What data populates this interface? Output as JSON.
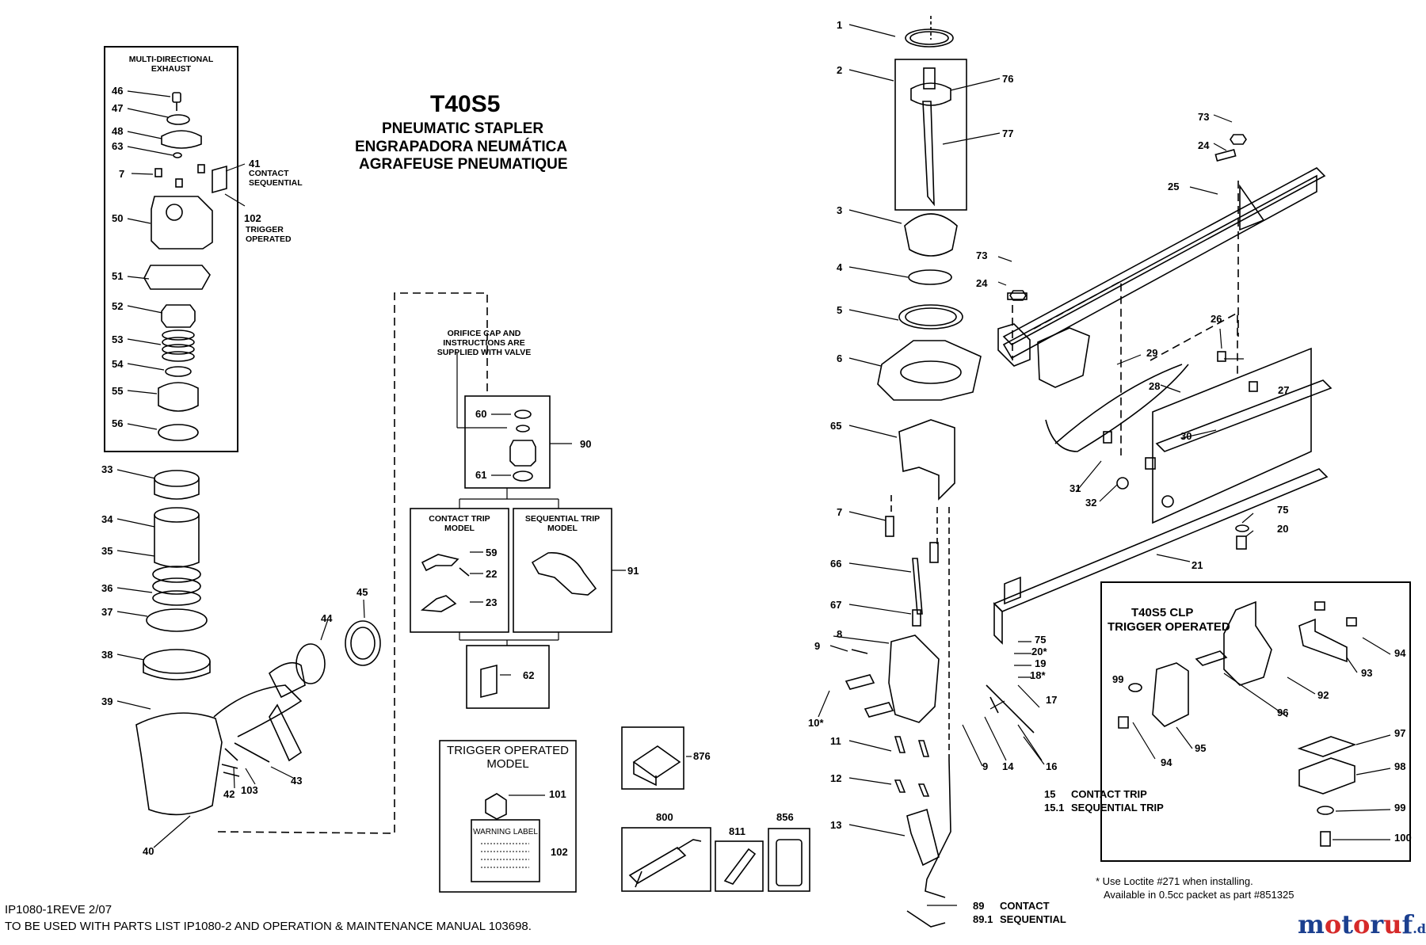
{
  "title": {
    "model": "T40S5",
    "line1": "PNEUMATIC STAPLER",
    "line2": "ENGRAPADORA NEUMÁTICA",
    "line3": "AGRAFEUSE PNEUMATIQUE"
  },
  "boxes": {
    "exhaust_title": "MULTI-DIRECTIONAL EXHAUST",
    "contact_sequential": "CONTACT SEQUENTIAL",
    "trigger_operated": "TRIGGER OPERATED",
    "orifice_note": "ORIFICE CAP AND INSTRUCTIONS ARE SUPPLIED WITH VALVE",
    "contact_trip_model": "CONTACT TRIP MODEL",
    "sequential_trip_model": "SEQUENTIAL TRIP MODEL",
    "trigger_operated_model": "TRIGGER OPERATED MODEL",
    "warning_label": "WARNING LABEL",
    "clp_title_1": "T40S5 CLP",
    "clp_title_2": "TRIGGER OPERATED"
  },
  "callouts": [
    {
      "id": "c1",
      "text": "1"
    },
    {
      "id": "c2",
      "text": "2"
    },
    {
      "id": "c76",
      "text": "76"
    },
    {
      "id": "c77",
      "text": "77"
    },
    {
      "id": "c3",
      "text": "3"
    },
    {
      "id": "c4",
      "text": "4"
    },
    {
      "id": "c5",
      "text": "5"
    },
    {
      "id": "c6",
      "text": "6"
    },
    {
      "id": "c65",
      "text": "65"
    },
    {
      "id": "c7b",
      "text": "7"
    },
    {
      "id": "c66",
      "text": "66"
    },
    {
      "id": "c67",
      "text": "67"
    },
    {
      "id": "c8",
      "text": "8"
    },
    {
      "id": "c9a",
      "text": "9"
    },
    {
      "id": "c10",
      "text": "10*"
    },
    {
      "id": "c11",
      "text": "11"
    },
    {
      "id": "c12",
      "text": "12"
    },
    {
      "id": "c13",
      "text": "13"
    },
    {
      "id": "c9b",
      "text": "9"
    },
    {
      "id": "c14",
      "text": "14"
    },
    {
      "id": "c16",
      "text": "16"
    },
    {
      "id": "c17",
      "text": "17"
    },
    {
      "id": "c18",
      "text": "18*"
    },
    {
      "id": "c19",
      "text": "19"
    },
    {
      "id": "c20b",
      "text": "20*"
    },
    {
      "id": "c75b",
      "text": "75"
    },
    {
      "id": "c73a",
      "text": "73"
    },
    {
      "id": "c24a",
      "text": "24"
    },
    {
      "id": "c73b",
      "text": "73"
    },
    {
      "id": "c24b",
      "text": "24"
    },
    {
      "id": "c25",
      "text": "25"
    },
    {
      "id": "c26",
      "text": "26"
    },
    {
      "id": "c27",
      "text": "27"
    },
    {
      "id": "c28",
      "text": "28"
    },
    {
      "id": "c29",
      "text": "29"
    },
    {
      "id": "c30",
      "text": "30"
    },
    {
      "id": "c31",
      "text": "31"
    },
    {
      "id": "c32",
      "text": "32"
    },
    {
      "id": "c75a",
      "text": "75"
    },
    {
      "id": "c20a",
      "text": "20"
    },
    {
      "id": "c21",
      "text": "21"
    },
    {
      "id": "c46",
      "text": "46"
    },
    {
      "id": "c47",
      "text": "47"
    },
    {
      "id": "c48",
      "text": "48"
    },
    {
      "id": "c63",
      "text": "63"
    },
    {
      "id": "c7a",
      "text": "7"
    },
    {
      "id": "c41",
      "text": "41"
    },
    {
      "id": "c50",
      "text": "50"
    },
    {
      "id": "c102a",
      "text": "102"
    },
    {
      "id": "c51",
      "text": "51"
    },
    {
      "id": "c52",
      "text": "52"
    },
    {
      "id": "c53",
      "text": "53"
    },
    {
      "id": "c54",
      "text": "54"
    },
    {
      "id": "c55",
      "text": "55"
    },
    {
      "id": "c56",
      "text": "56"
    },
    {
      "id": "c33",
      "text": "33"
    },
    {
      "id": "c34",
      "text": "34"
    },
    {
      "id": "c35",
      "text": "35"
    },
    {
      "id": "c36",
      "text": "36"
    },
    {
      "id": "c37",
      "text": "37"
    },
    {
      "id": "c38",
      "text": "38"
    },
    {
      "id": "c39",
      "text": "39"
    },
    {
      "id": "c40",
      "text": "40"
    },
    {
      "id": "c42",
      "text": "42"
    },
    {
      "id": "c103",
      "text": "103"
    },
    {
      "id": "c43",
      "text": "43"
    },
    {
      "id": "c44",
      "text": "44"
    },
    {
      "id": "c45",
      "text": "45"
    },
    {
      "id": "c60",
      "text": "60"
    },
    {
      "id": "c61",
      "text": "61"
    },
    {
      "id": "c90",
      "text": "90"
    },
    {
      "id": "c59",
      "text": "59"
    },
    {
      "id": "c22",
      "text": "22"
    },
    {
      "id": "c23",
      "text": "23"
    },
    {
      "id": "c91",
      "text": "91"
    },
    {
      "id": "c62",
      "text": "62"
    },
    {
      "id": "c101",
      "text": "101"
    },
    {
      "id": "c102b",
      "text": "102"
    },
    {
      "id": "c876",
      "text": "876"
    },
    {
      "id": "c800",
      "text": "800"
    },
    {
      "id": "c811",
      "text": "811"
    },
    {
      "id": "c856",
      "text": "856"
    },
    {
      "id": "c99a",
      "text": "99"
    },
    {
      "id": "c94a",
      "text": "94"
    },
    {
      "id": "c95",
      "text": "95"
    },
    {
      "id": "c96",
      "text": "96"
    },
    {
      "id": "c92",
      "text": "92"
    },
    {
      "id": "c93",
      "text": "93"
    },
    {
      "id": "c94b",
      "text": "94"
    },
    {
      "id": "c97",
      "text": "97"
    },
    {
      "id": "c98",
      "text": "98"
    },
    {
      "id": "c99b",
      "text": "99"
    },
    {
      "id": "c100",
      "text": "100"
    }
  ],
  "trip_labels": {
    "num15": "15",
    "txt15": "CONTACT TRIP",
    "num151": "15.1",
    "txt151": "SEQUENTIAL TRIP",
    "num89": "89",
    "txt89": "CONTACT",
    "num891": "89.1",
    "txt891": "SEQUENTIAL"
  },
  "notes": {
    "loctite_1": "* Use Loctite #271 when installing.",
    "loctite_2": "Available in 0.5cc packet as part #851325"
  },
  "footer": {
    "doc_id": "IP1080-1REVE  2/07",
    "usage": "TO BE USED WITH PARTS LIST IP1080-2 AND OPERATION & MAINTENANCE MANUAL 103698."
  },
  "brand": {
    "text": "motoruf",
    "suffix": ".de"
  },
  "colors": {
    "brand_blue": "#1b3f8f",
    "brand_red": "#d62a2a"
  }
}
